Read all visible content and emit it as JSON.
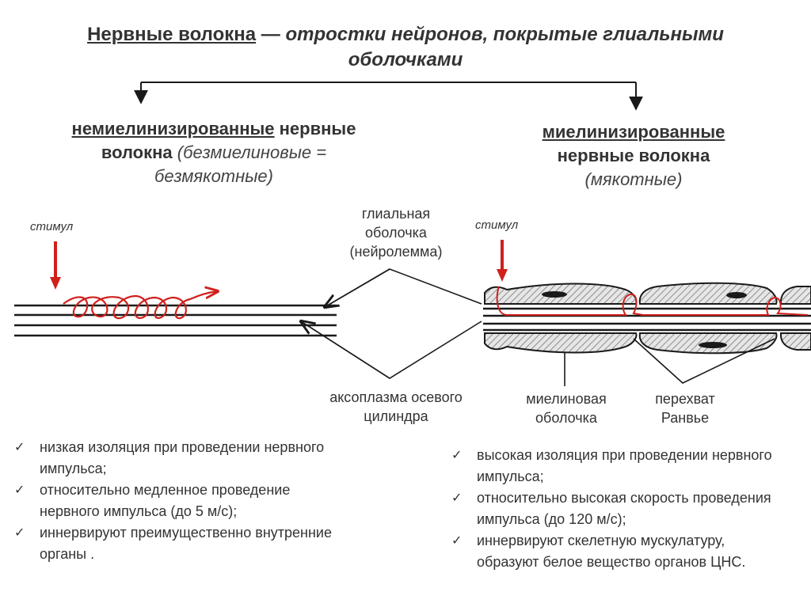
{
  "title": {
    "term": "Нервные волокна",
    "dash": " — ",
    "definition_line1": "отростки нейронов, покрытые глиальными",
    "definition_line2": "оболочками"
  },
  "left": {
    "heading_underlined": "немиелинизированные",
    "heading_rest1": " нервные",
    "heading_line2": "волокна",
    "heading_paren1": " (безмиелиновые =",
    "heading_paren2": "безмякотные)",
    "stimulus": "стимул",
    "bullets": [
      "низкая изоляция при проведении нервного импульса;",
      "относительно медленное проведение нервного импульса (до 5 м/с);",
      "иннервируют преимущественно внутренние органы ."
    ]
  },
  "right": {
    "heading_underlined": "миелинизированные",
    "heading_line2": "нервные волокна",
    "heading_paren": "(мякотные)",
    "stimulus": "стимул",
    "bullets": [
      "высокая изоляция при проведении нервного импульса;",
      "относительно высокая скорость проведения импульса (до 120 м/с);",
      "иннервируют скелетную мускулатуру, образуют белое вещество органов ЦНС."
    ]
  },
  "labels": {
    "glial_sheath_1": "глиальная",
    "glial_sheath_2": "оболочка",
    "glial_sheath_3": "(нейролемма)",
    "axoplasm_1": "аксоплазма осевого",
    "axoplasm_2": "цилиндра",
    "myelin_1": "миелиновая",
    "myelin_2": "оболочка",
    "ranvier_1": "перехват",
    "ranvier_2": "Ранвье"
  },
  "checkmark": "✓",
  "colors": {
    "impulse": "#d0201c",
    "stroke": "#1a1a1a",
    "myelin_fill": "#e6e6e6"
  }
}
